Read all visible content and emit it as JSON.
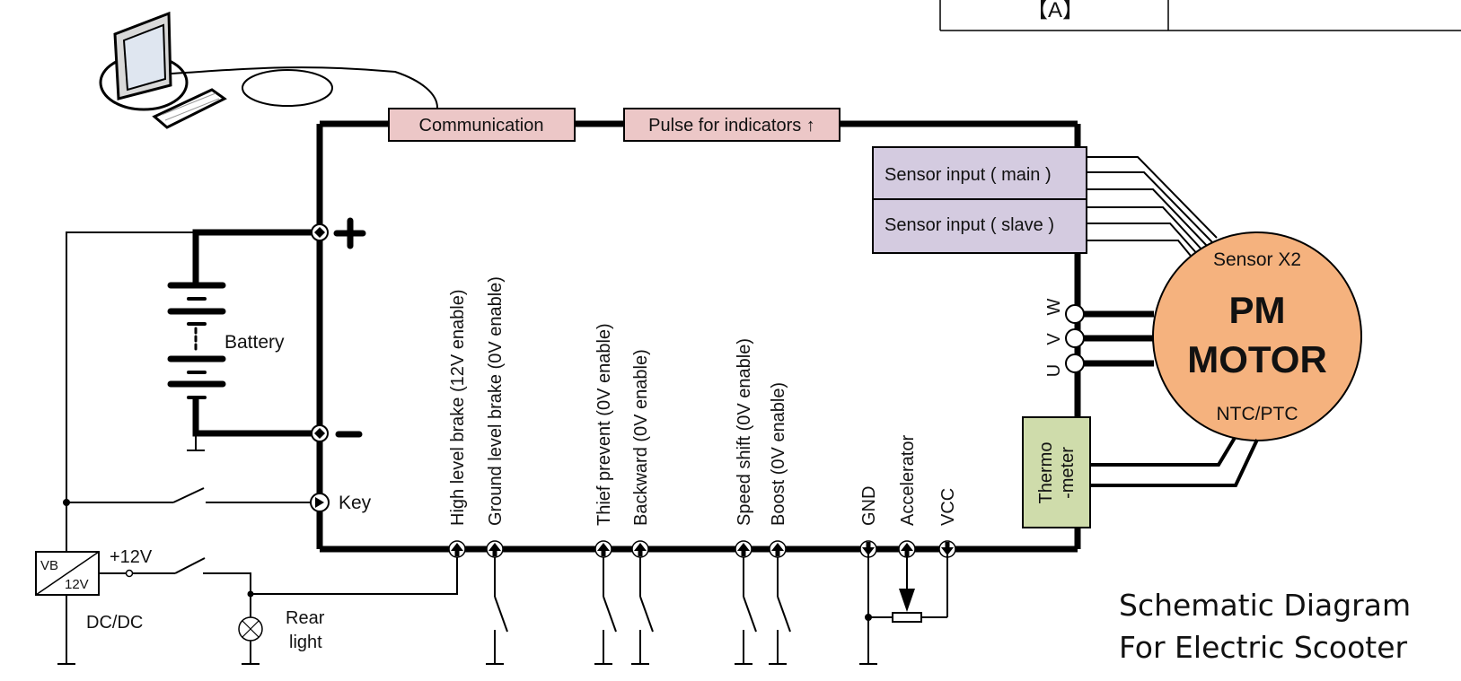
{
  "header_table": {
    "cell_label": "【A】"
  },
  "title": {
    "line1": "Schematic Diagram",
    "line2": "For Electric Scooter"
  },
  "top_blocks": {
    "communication": "Communication",
    "pulse": "Pulse for indicators ↑"
  },
  "sensor_blocks": {
    "main": "Sensor input ( main )",
    "slave": "Sensor input ( slave )"
  },
  "motor": {
    "top_label": "Sensor X2",
    "line1": "PM",
    "line2": "MOTOR",
    "bottom_label": "NTC/PTC"
  },
  "phases": [
    "W",
    "V",
    "U"
  ],
  "thermometer": {
    "line1": "Thermo",
    "line2": "-meter"
  },
  "battery": {
    "label": "Battery",
    "plus": "+",
    "minus": "−"
  },
  "key_label": "Key",
  "dcdc": {
    "vb": "VB",
    "v12": "12V",
    "label": "DC/DC",
    "out_label": "+12V"
  },
  "rear_light": {
    "line1": "Rear",
    "line2": "light"
  },
  "inputs": [
    {
      "label": "High level brake (12V enable)",
      "dir": "up"
    },
    {
      "label": "Ground level brake (0V enable)",
      "dir": "up"
    },
    {
      "label": "Thief prevent (0V enable)",
      "dir": "up"
    },
    {
      "label": "Backward (0V enable)",
      "dir": "up"
    },
    {
      "label": "Speed shift (0V enable)",
      "dir": "up"
    },
    {
      "label": "Boost (0V enable)",
      "dir": "up"
    },
    {
      "label": "GND",
      "dir": "down"
    },
    {
      "label": "Accelerator",
      "dir": "up"
    },
    {
      "label": "VCC",
      "dir": "down"
    }
  ],
  "colors": {
    "block_pink": "#ecc7c7",
    "block_lavender": "#d4cbe0",
    "motor_orange": "#f5b27e",
    "thermo_green": "#cfdcab"
  }
}
